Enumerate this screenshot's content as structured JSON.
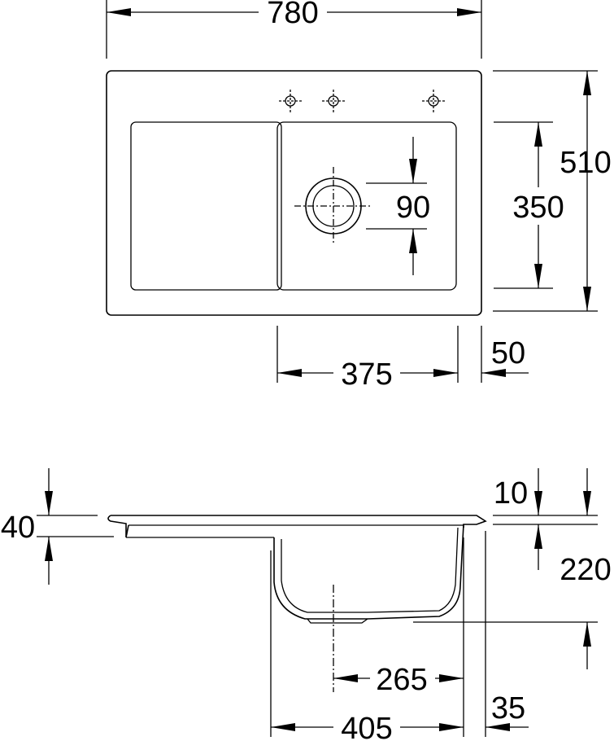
{
  "top_view": {
    "overall_width": "780",
    "overall_depth": "510",
    "bowl_depth": "350",
    "drain_diameter": "90",
    "bowl_width": "375",
    "edge_offset": "50"
  },
  "side_view": {
    "rim_height": "40",
    "rim_thickness": "10",
    "bowl_height": "220",
    "drain_offset": "265",
    "bowl_overall": "405",
    "rear_offset": "35"
  }
}
